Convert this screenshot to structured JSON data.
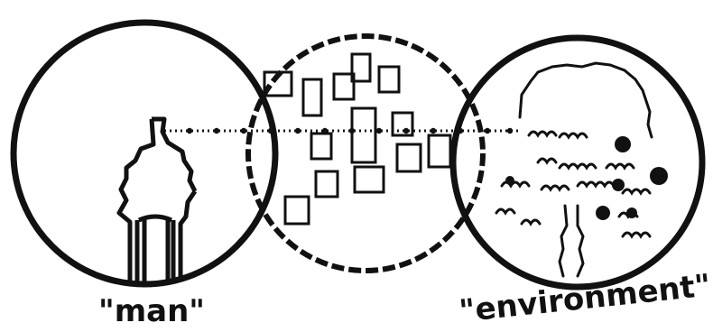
{
  "diagram": {
    "labels": {
      "man": "\"man\"",
      "environment": "\"environment\""
    },
    "colors": {
      "ink": "#111111",
      "background": "#ffffff"
    },
    "elements": [
      "man-circle",
      "perception-circle",
      "environment-circle",
      "person-silhouette",
      "tree",
      "dotted-sight-line",
      "perception-rectangles"
    ]
  }
}
